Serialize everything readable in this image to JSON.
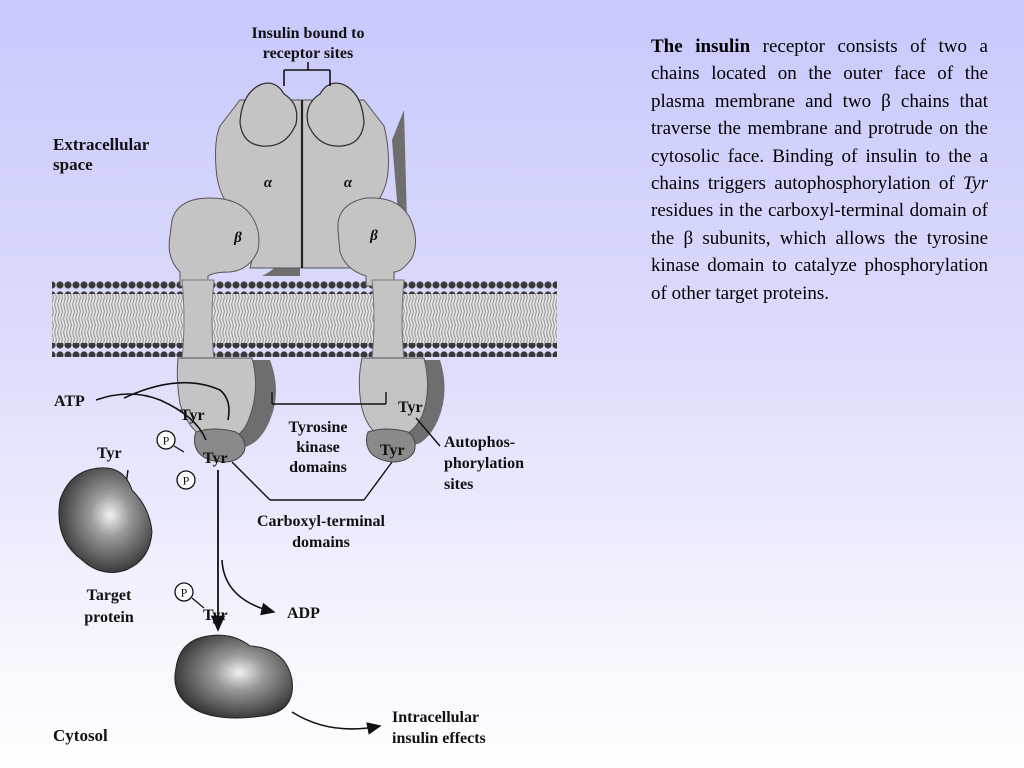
{
  "labels": {
    "insulin_bound": [
      "Insulin bound to",
      "receptor sites"
    ],
    "extracellular": [
      "Extracellular",
      "space"
    ],
    "alpha": "α",
    "beta": "β",
    "atp": "ATP",
    "tyr": "Tyr",
    "p": "P",
    "tyrosine_kinase": [
      "Tyrosine",
      "kinase",
      "domains"
    ],
    "autophos": [
      "Autophos-",
      "phorylation",
      "sites"
    ],
    "carboxyl": [
      "Carboxyl-terminal",
      "domains"
    ],
    "target_protein": [
      "Target",
      "protein"
    ],
    "adp": "ADP",
    "cytosol": "Cytosol",
    "intracellular": [
      "Intracellular",
      "insulin effects"
    ]
  },
  "description": {
    "lead": "The insulin",
    "part1": " receptor consists of two a chains located on the outer face of the plasma membrane and two β chains that traverse the membrane and protrude on the cytosolic face. Binding of insulin to the a chains triggers autophosphorylation of ",
    "italic": "Tyr",
    "part2": " residues in the carboxyl-terminal domain of the β subunits, which allows the tyrosine kinase domain to catalyze phosphorylation of other target proteins."
  },
  "colors": {
    "protein_fill": "#c4c4c4",
    "protein_shadow": "#6e6e6e",
    "membrane_head": "#3a3a3a",
    "membrane_tail": "#b8b8b8"
  }
}
